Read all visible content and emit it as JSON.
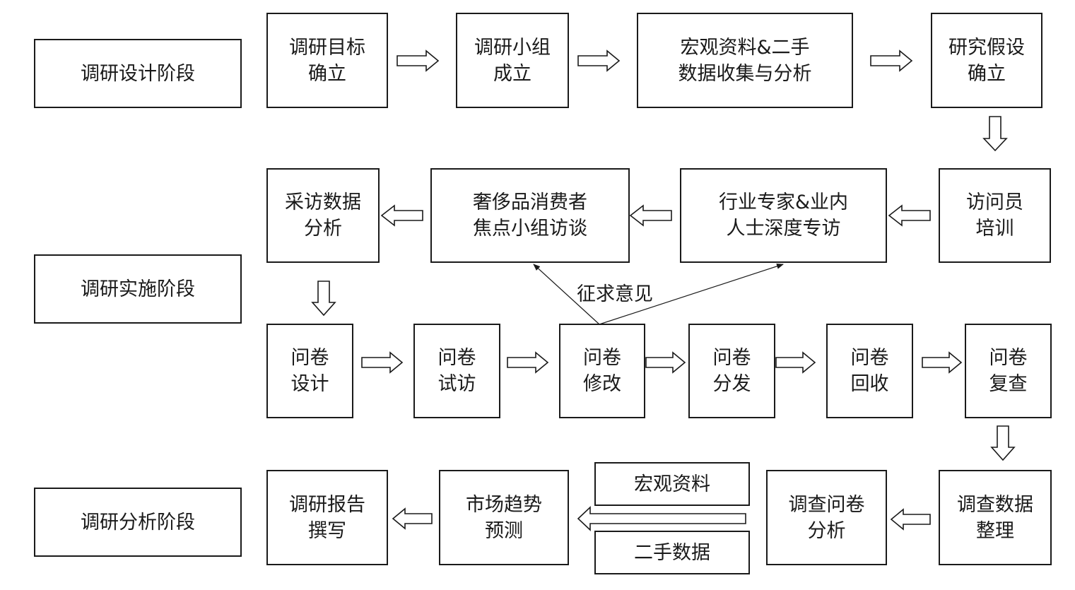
{
  "stages": {
    "design": "调研设计阶段",
    "implement": "调研实施阶段",
    "analysis": "调研分析阶段"
  },
  "design_row": [
    {
      "line1": "调研目标",
      "line2": "确立"
    },
    {
      "line1": "调研小组",
      "line2": "成立"
    },
    {
      "line1": "宏观资料&二手",
      "line2": "数据收集与分析"
    },
    {
      "line1": "研究假设",
      "line2": "确立"
    }
  ],
  "implement_row1": [
    {
      "line1": "采访数据",
      "line2": "分析"
    },
    {
      "line1": "奢侈品消费者",
      "line2": "焦点小组访谈"
    },
    {
      "line1": "行业专家&业内",
      "line2": "人士深度专访"
    },
    {
      "line1": "访问员",
      "line2": "培训"
    }
  ],
  "feedback_label": "征求意见",
  "questionnaire_row": [
    {
      "line1": "问卷",
      "line2": "设计"
    },
    {
      "line1": "问卷",
      "line2": "试访"
    },
    {
      "line1": "问卷",
      "line2": "修改"
    },
    {
      "line1": "问卷",
      "line2": "分发"
    },
    {
      "line1": "问卷",
      "line2": "回收"
    },
    {
      "line1": "问卷",
      "line2": "复查"
    }
  ],
  "analysis_row": [
    {
      "line1": "调研报告",
      "line2": "撰写"
    },
    {
      "line1": "市场趋势",
      "line2": "预测"
    },
    {
      "line1": "调查问卷",
      "line2": "分析"
    },
    {
      "line1": "调查数据",
      "line2": "整理"
    }
  ],
  "sources": {
    "macro": "宏观资料",
    "secondary": "二手数据"
  }
}
